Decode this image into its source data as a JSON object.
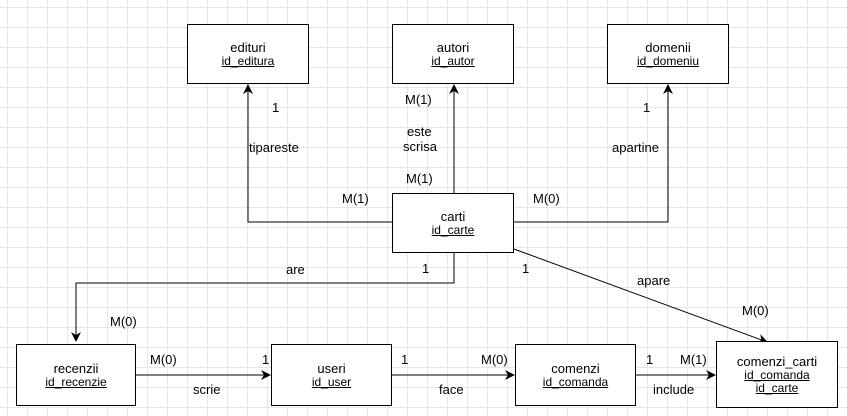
{
  "entities": {
    "edituri": {
      "name": "edituri",
      "key": "id_editura"
    },
    "autori": {
      "name": "autori",
      "key": "id_autor"
    },
    "domenii": {
      "name": "domenii",
      "key": "id_domeniu"
    },
    "carti": {
      "name": "carti",
      "key": "id_carte"
    },
    "recenzii": {
      "name": "recenzii",
      "key": "id_recenzie"
    },
    "useri": {
      "name": "useri",
      "key": "id_user"
    },
    "comenzi": {
      "name": "comenzi",
      "key": "id_comanda"
    },
    "comenzi_carti": {
      "name": "comenzi_carti",
      "keys": [
        "id_comanda",
        "id_carte"
      ]
    }
  },
  "relations": {
    "tipareste": {
      "label": "tipareste",
      "card_target": "1",
      "card_source": "M(1)"
    },
    "este_scrisa": {
      "label_line1": "este",
      "label_line2": "scrisa",
      "card_target": "M(1)",
      "card_source": "M(1)"
    },
    "apartine": {
      "label": "apartine",
      "card_target": "1",
      "card_source": "M(0)"
    },
    "are": {
      "label": "are",
      "card_source": "1",
      "card_target": "M(0)"
    },
    "apare": {
      "label": "apare",
      "card_source": "1",
      "card_target": "M(0)"
    },
    "scrie": {
      "label": "scrie",
      "card_source": "M(0)",
      "card_target": "1"
    },
    "face": {
      "label": "face",
      "card_source": "1",
      "card_target": "M(0)"
    },
    "include": {
      "label": "include",
      "card_source": "1",
      "card_target": "M(1)"
    }
  }
}
